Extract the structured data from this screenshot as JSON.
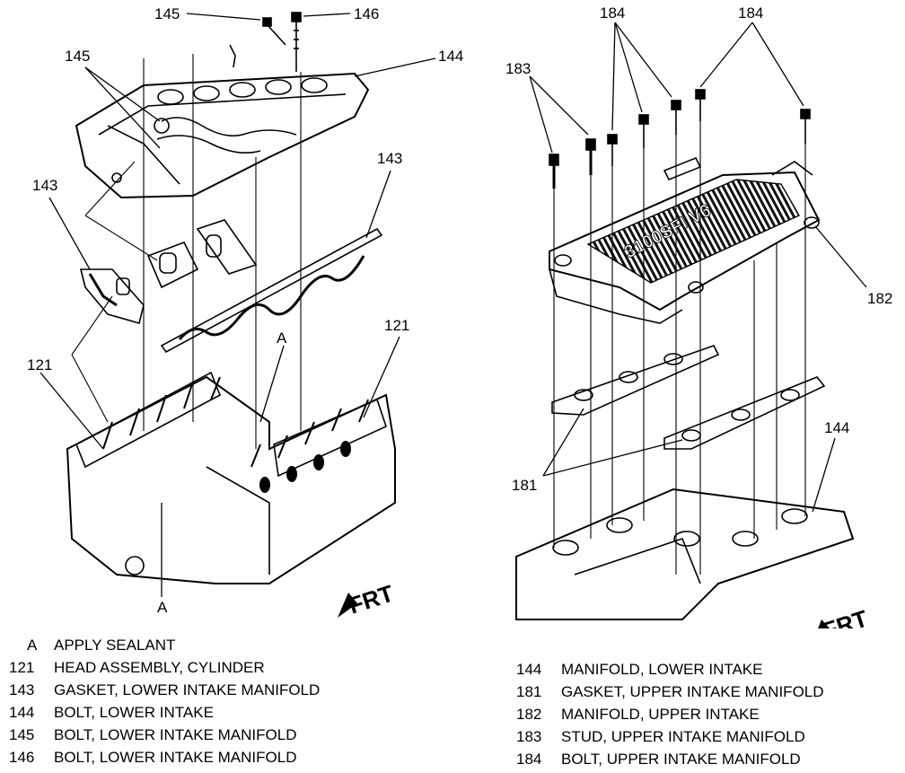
{
  "callouts_left": {
    "c145_top": "145",
    "c146": "146",
    "c145_mid": "145",
    "c144": "144",
    "c143_left": "143",
    "c143_right": "143",
    "c121_left": "121",
    "c121_right": "121",
    "a_upper": "A",
    "a_lower": "A",
    "frt": "FRT"
  },
  "callouts_right": {
    "c183": "183",
    "c184_a": "184",
    "c184_b": "184",
    "c182": "182",
    "c181": "181",
    "c144": "144",
    "frt": "FRT",
    "engine_label": "3100SFI V6"
  },
  "legend_left": [
    {
      "code": "A",
      "text": "APPLY SEALANT"
    },
    {
      "code": "121",
      "text": "HEAD ASSEMBLY, CYLINDER"
    },
    {
      "code": "143",
      "text": "GASKET, LOWER INTAKE MANIFOLD"
    },
    {
      "code": "144",
      "text": "BOLT, LOWER INTAKE"
    },
    {
      "code": "145",
      "text": "BOLT, LOWER INTAKE MANIFOLD"
    },
    {
      "code": "146",
      "text": "BOLT, LOWER INTAKE MANIFOLD"
    }
  ],
  "legend_right": [
    {
      "code": "144",
      "text": "MANIFOLD, LOWER INTAKE"
    },
    {
      "code": "181",
      "text": "GASKET, UPPER INTAKE MANIFOLD"
    },
    {
      "code": "182",
      "text": "MANIFOLD, UPPER INTAKE"
    },
    {
      "code": "183",
      "text": "STUD, UPPER INTAKE MANIFOLD"
    },
    {
      "code": "184",
      "text": "BOLT, UPPER INTAKE MANIFOLD"
    }
  ]
}
